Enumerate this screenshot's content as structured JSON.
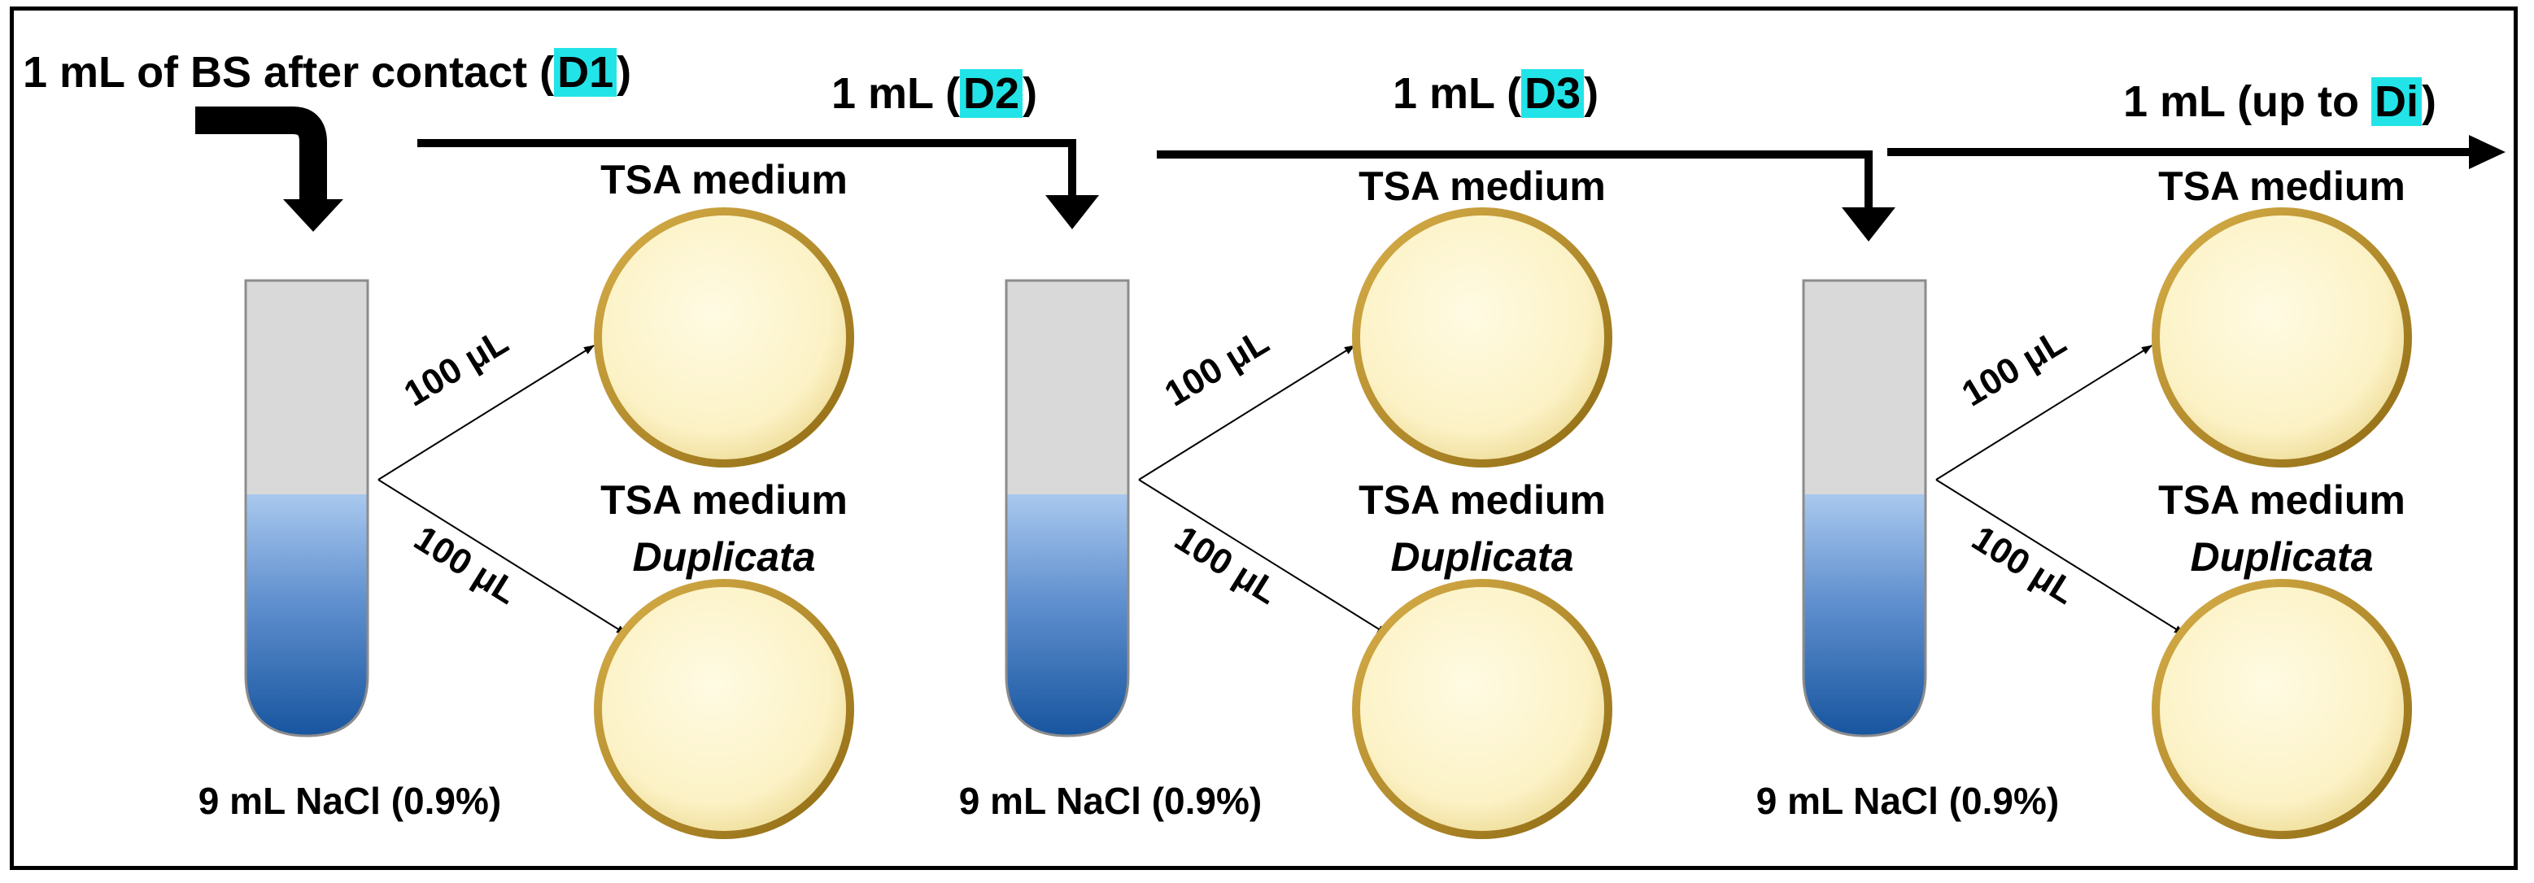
{
  "colors": {
    "highlight": "#22e4e8",
    "plate_fill": "#fdf6cf",
    "plate_rim": "#b58a23",
    "tube_liquid_top": "#9fc1ea",
    "tube_liquid_bottom": "#1c5ca8",
    "tube_empty": "#d9d9d9"
  },
  "transfers": [
    {
      "prefix": "1 mL of BS after contact (",
      "code": "D1",
      "suffix": ")"
    },
    {
      "prefix": "1 mL (",
      "code": "D2",
      "suffix": ")"
    },
    {
      "prefix": "1 mL (",
      "code": "D3",
      "suffix": ")"
    },
    {
      "prefix": "1 mL (up to ",
      "code": "Di",
      "suffix": ")"
    }
  ],
  "stages": [
    {
      "tube_label": "9 mL NaCl (0.9%)",
      "volume_upper": "100 μL",
      "volume_lower": "100 μL",
      "plate_upper_label": "TSA medium",
      "plate_lower_label": "TSA medium",
      "plate_lower_sublabel": "Duplicata"
    },
    {
      "tube_label": "9 mL NaCl (0.9%)",
      "volume_upper": "100 μL",
      "volume_lower": "100 μL",
      "plate_upper_label": "TSA medium",
      "plate_lower_label": "TSA medium",
      "plate_lower_sublabel": "Duplicata"
    },
    {
      "tube_label": "9 mL NaCl (0.9%)",
      "volume_upper": "100 μL",
      "volume_lower": "100 μL",
      "plate_upper_label": "TSA medium",
      "plate_lower_label": "TSA medium",
      "plate_lower_sublabel": "Duplicata"
    }
  ]
}
